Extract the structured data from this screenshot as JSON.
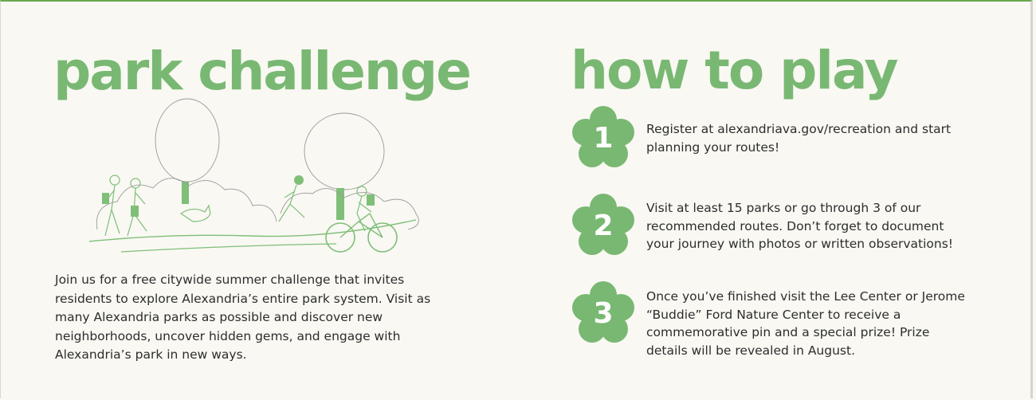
{
  "colors": {
    "accent": "#79b872",
    "text": "#2d2d2d",
    "background": "#f9f8f3"
  },
  "left": {
    "title": "park challenge",
    "intro": "Join us for a free citywide summer challenge that invites residents to explore Alexandria’s entire park system. Visit as many Alexandria parks as possible and discover new neighborhoods, uncover hidden gems, and engage with Alexandria’s park in new ways."
  },
  "right": {
    "title": "how to play",
    "steps": [
      {
        "number": "1",
        "text": "Register at alexandriava.gov/recreation and start planning your routes!"
      },
      {
        "number": "2",
        "text": "Visit at least 15 parks or go through 3 of our recommended routes. Don’t forget to document your journey with photos or written observations!"
      },
      {
        "number": "3",
        "text": "Once you’ve finished visit the Lee Center or Jerome “Buddie” Ford Nature Center to receive a commemorative pin and a special prize! Prize details will be revealed in August."
      }
    ]
  },
  "illustration": {
    "icon": "park-scene-illustration"
  }
}
